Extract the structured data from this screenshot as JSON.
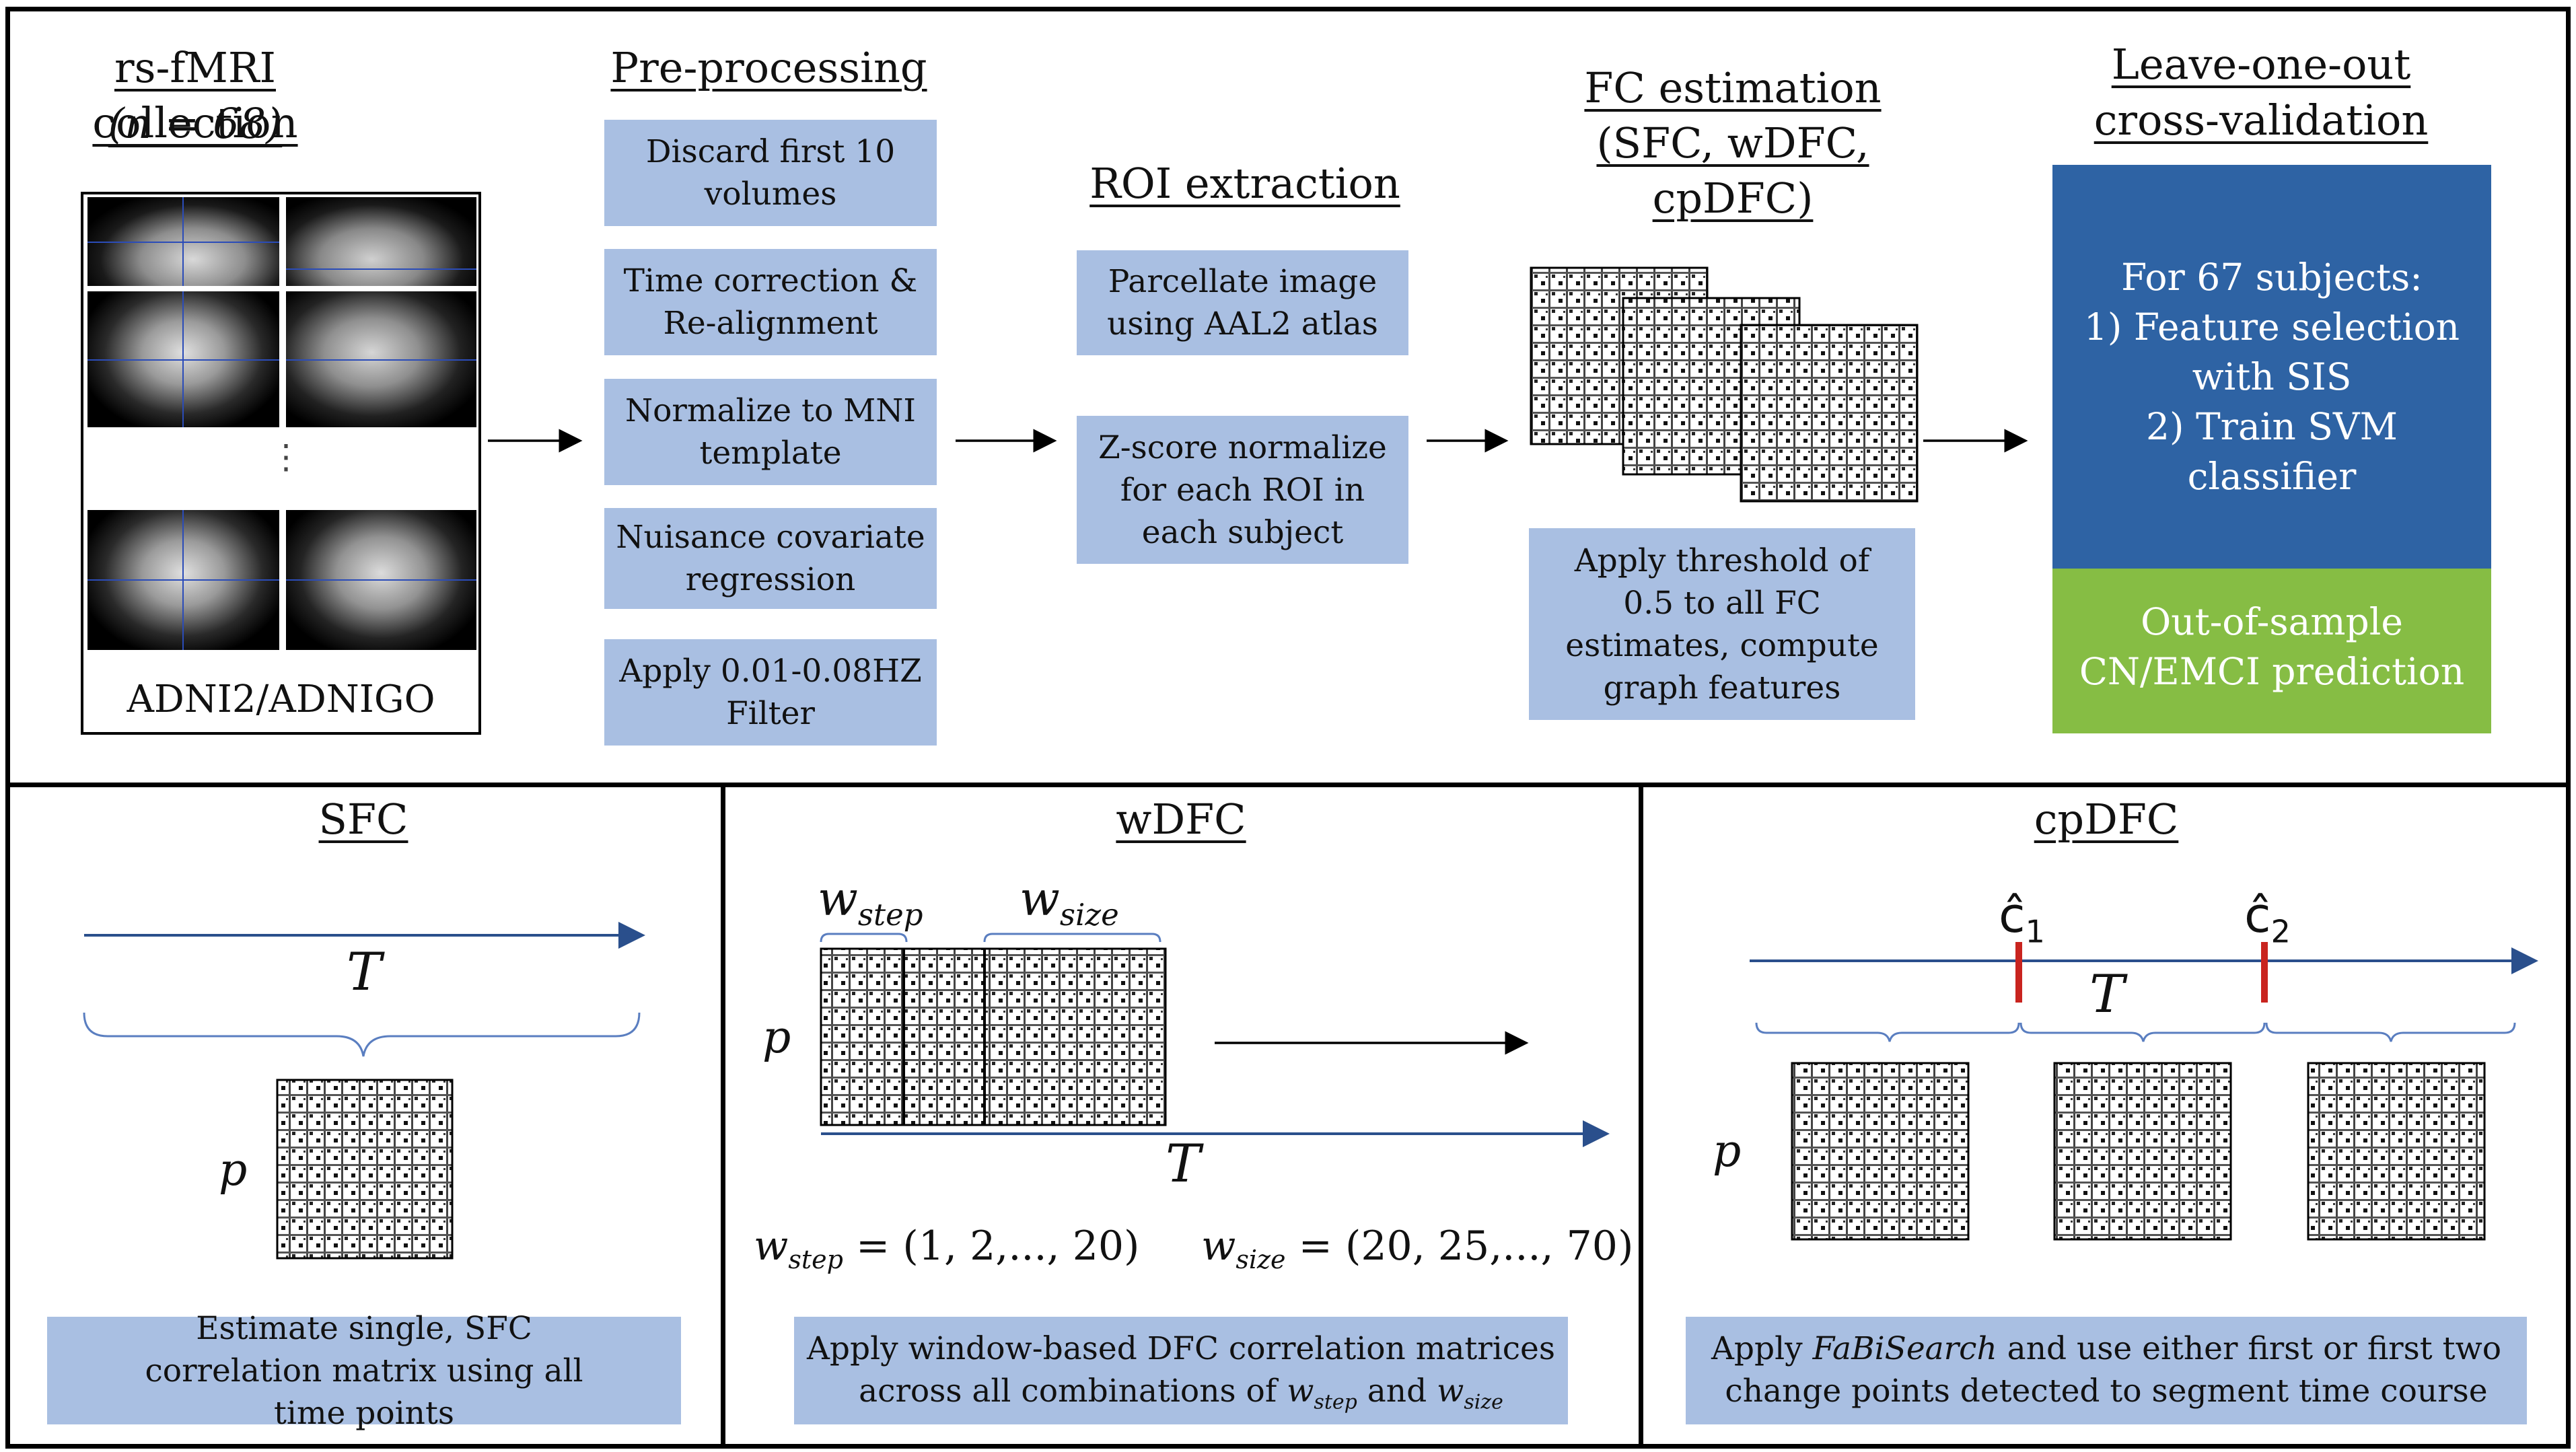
{
  "top": {
    "rs_title1": "rs-fMRI collection",
    "rs_title2": "(n = 68)",
    "adni_label": "ADNI2/ADNIGO",
    "dots": "⋮",
    "pre_title": "Pre-processing",
    "pre_steps": [
      "Discard first 10 volumes",
      "Time correction & Re-alignment",
      "Normalize to MNI template",
      "Nuisance covariate regression",
      "Apply 0.01-0.08HZ Filter"
    ],
    "roi_title": "ROI extraction",
    "roi_steps": [
      "Parcellate image using AAL2 atlas",
      "Z-score normalize for each ROI in each subject"
    ],
    "fc_title1": "FC estimation",
    "fc_title2": "(SFC, wDFC,",
    "fc_title3": "cpDFC)",
    "fc_box": "Apply threshold of 0.5 to all FC estimates, compute graph features",
    "loo_title1": "Leave-one-out",
    "loo_title2": "cross-validation",
    "loo_lines": [
      "For 67 subjects:",
      "1) Feature selection",
      "with SIS",
      "2) Train SVM",
      "classifier"
    ],
    "loo_green1": "Out-of-sample",
    "loo_green2": "CN/EMCI prediction"
  },
  "sfc": {
    "title": "SFC",
    "T": "T",
    "p": "p",
    "box": "Estimate single, SFC correlation matrix using all time points"
  },
  "wdfc": {
    "title": "wDFC",
    "w_step_label": "w",
    "w_step_sub": "step",
    "w_size_label": "w",
    "w_size_sub": "size",
    "p": "p",
    "T": "T",
    "eq1_lhs": "w",
    "eq1_sub": "step",
    "eq1_rhs": " = (1, 2,..., 20)",
    "eq2_lhs": "w",
    "eq2_sub": "size",
    "eq2_rhs": " = (20, 25,..., 70)",
    "box_line1": "Apply window-based DFC correlation matrices",
    "box_line2a": "across all combinations of ",
    "box_w1": "w",
    "box_w1_sub": "step",
    "box_and": " and ",
    "box_w2": "w",
    "box_w2_sub": "size"
  },
  "cpdfc": {
    "title": "cpDFC",
    "c1": "ĉ",
    "c1_sub": "1",
    "c2": "ĉ",
    "c2_sub": "2",
    "T": "T",
    "p": "p",
    "box_pre": "Apply ",
    "box_italic": "FaBiSearch",
    "box_post": " and use either first or first two",
    "box_line2": "change points detected to segment time course"
  },
  "colors": {
    "box_blue": "#a9bfe2",
    "dark_blue": "#2e63a4",
    "green": "#86bd44",
    "arrow_blue": "#2a4f8c",
    "red": "#c9241f"
  }
}
